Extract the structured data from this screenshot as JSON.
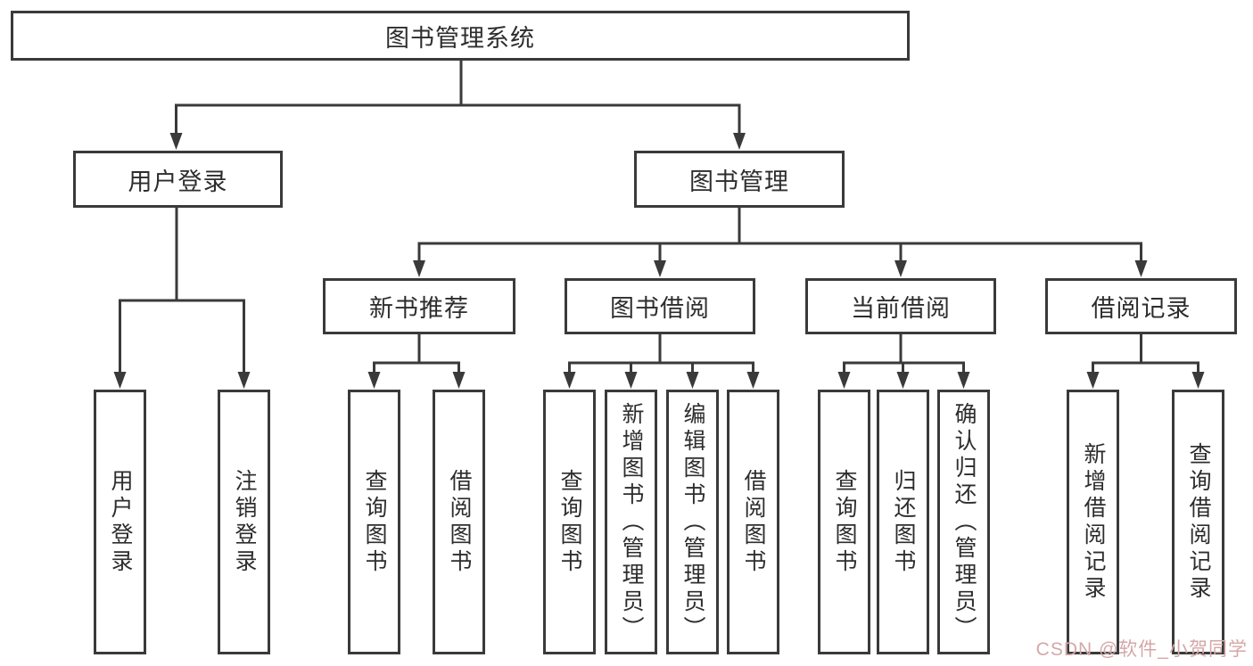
{
  "colors": {
    "line": "#3a3a3a",
    "text": "#2d2d2d",
    "box_bg": "#ffffff",
    "page_bg": "#ffffff",
    "watermark": "#d5a7a7"
  },
  "watermark": {
    "text": "CSDN @软件_小贺同学"
  },
  "tree": {
    "root": {
      "label": "图书管理系统"
    },
    "branches": [
      {
        "label": "用户登录",
        "leaves": [
          {
            "label": "用户登录"
          },
          {
            "label": "注销登录"
          }
        ]
      },
      {
        "label": "图书管理",
        "groups": [
          {
            "label": "新书推荐",
            "leaves": [
              {
                "label": "查询图书"
              },
              {
                "label": "借阅图书"
              }
            ]
          },
          {
            "label": "图书借阅",
            "leaves": [
              {
                "label": "查询图书"
              },
              {
                "label": "新增图书（管理员）"
              },
              {
                "label": "编辑图书（管理员）"
              },
              {
                "label": "借阅图书"
              }
            ]
          },
          {
            "label": "当前借阅",
            "leaves": [
              {
                "label": "查询图书"
              },
              {
                "label": "归还图书"
              },
              {
                "label": "确认归还（管理员）"
              }
            ]
          },
          {
            "label": "借阅记录",
            "leaves": [
              {
                "label": "新增借阅记录"
              },
              {
                "label": "查询借阅记录"
              }
            ]
          }
        ]
      }
    ]
  }
}
